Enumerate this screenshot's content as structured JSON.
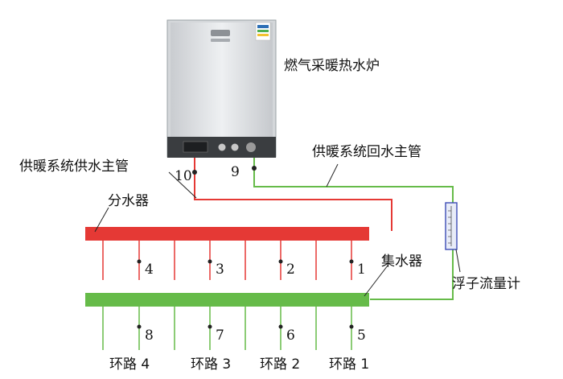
{
  "labels": {
    "boiler": "燃气采暖热水炉",
    "supply_main": "供暖系统供水主管",
    "return_main": "供暖系统回水主管",
    "distributor": "分水器",
    "collector": "集水器",
    "flowmeter": "浮子流量计"
  },
  "points": {
    "supply_port": "10",
    "return_port": "9",
    "supply_taps": [
      "4",
      "3",
      "2",
      "1"
    ],
    "return_taps": [
      "8",
      "7",
      "6",
      "5"
    ]
  },
  "loops": [
    "环路 4",
    "环路 3",
    "环路 2",
    "环路 1"
  ],
  "colors": {
    "supply": "#e53935",
    "return": "#66bb49",
    "boiler_body": "#dcdfe2",
    "panel": "#3a3d40"
  }
}
